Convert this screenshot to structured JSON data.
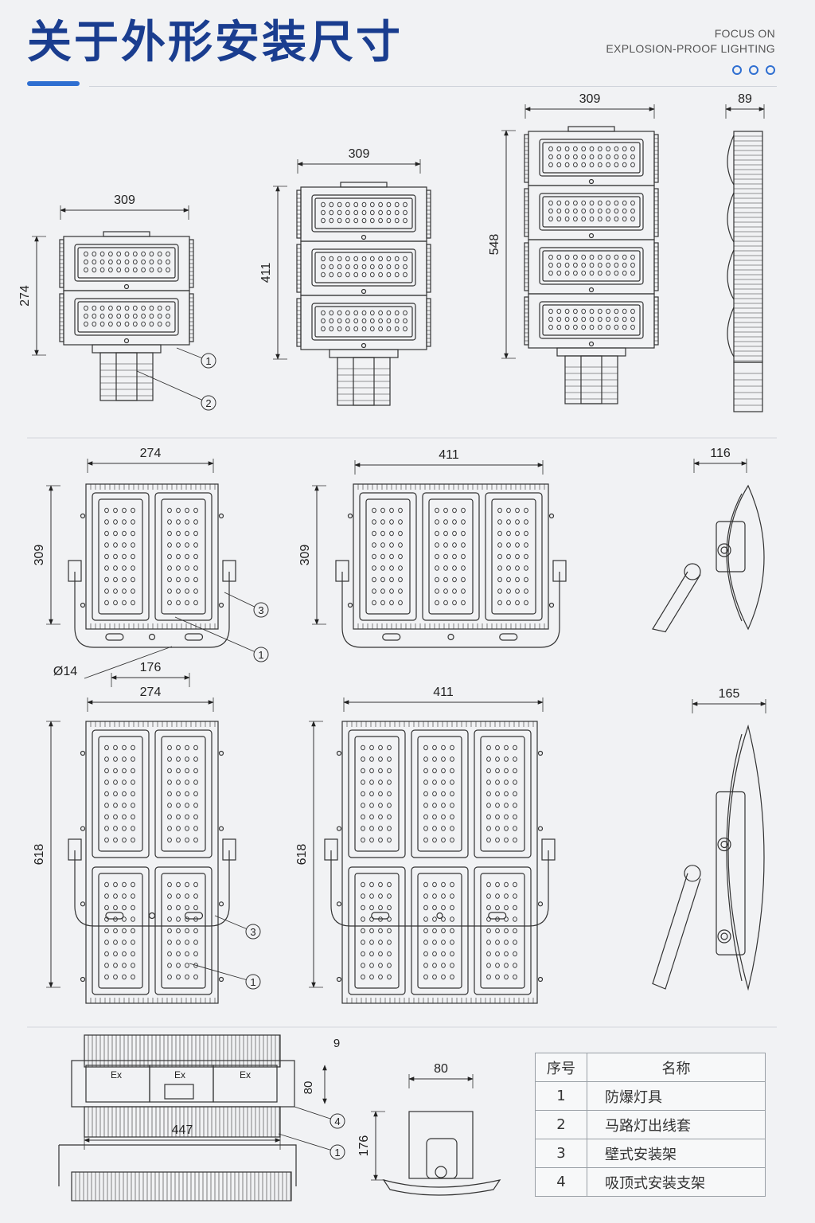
{
  "header": {
    "title": "关于外形安装尺寸",
    "tagline_line1": "FOCUS ON",
    "tagline_line2": "EXPLOSION-PROOF LIGHTING"
  },
  "dimensions": {
    "street_2": {
      "width": "309",
      "height": "274"
    },
    "street_3": {
      "width": "309",
      "height": "411"
    },
    "street_4": {
      "width": "309",
      "height": "548"
    },
    "street_side": {
      "depth": "89"
    },
    "flood_2": {
      "width": "274",
      "height": "309",
      "hole": "Ø14",
      "hole_spacing": "176"
    },
    "flood_3": {
      "width": "411",
      "height": "309"
    },
    "flood_side_small": {
      "depth": "116"
    },
    "flood_4": {
      "width": "274",
      "height": "618"
    },
    "flood_6": {
      "width": "411",
      "height": "618"
    },
    "flood_side_large": {
      "depth": "165"
    },
    "ceiling_plan": {
      "width": "447",
      "top_gap": "9",
      "bracket": "80",
      "module_label": "Ex"
    },
    "ceiling_side": {
      "width": "80",
      "height": "176"
    }
  },
  "callouts": {
    "c1": "1",
    "c2": "2",
    "c3": "3",
    "c4": "4"
  },
  "parts_table": {
    "header_no": "序号",
    "header_name": "名称",
    "rows": [
      {
        "no": "1",
        "name": "防爆灯具"
      },
      {
        "no": "2",
        "name": "马路灯出线套"
      },
      {
        "no": "3",
        "name": "壁式安装架"
      },
      {
        "no": "4",
        "name": "吸顶式安装支架"
      }
    ]
  }
}
